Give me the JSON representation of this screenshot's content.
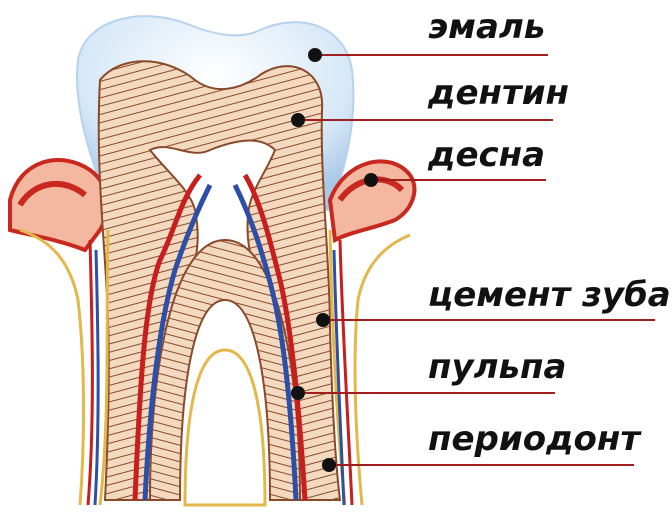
{
  "labels": {
    "enamel": "эмаль",
    "dentin": "дентин",
    "gum": "десна",
    "cementum": "цемент зуба",
    "pulp": "пульпа",
    "periodontium": "периодонт"
  },
  "colors": {
    "enamel": "#cfe3f5",
    "dentin": "#f3d9c0",
    "hatch": "#8a4a2a",
    "gum": "#c8281e",
    "artery": "#c81e1e",
    "vein": "#2d4fa8",
    "nerve": "#e2b84a",
    "leader": "#a01e1e"
  }
}
